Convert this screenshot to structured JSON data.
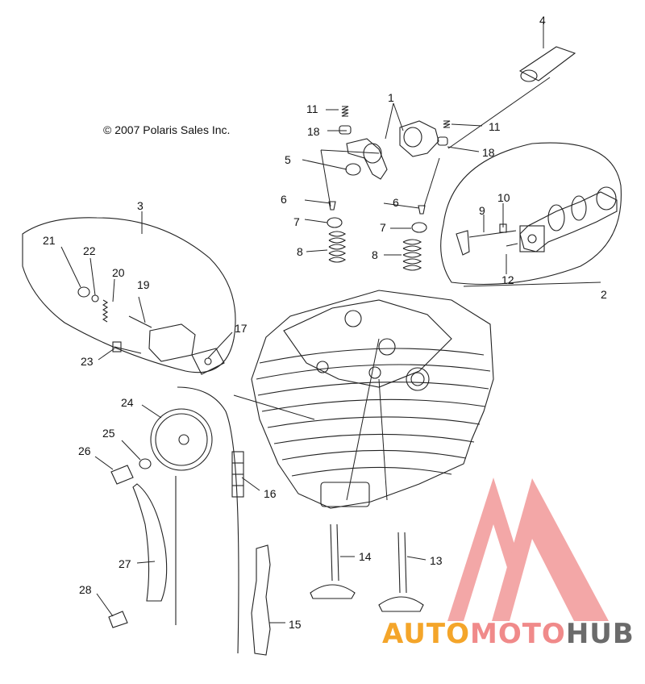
{
  "copyright": "© 2007 Polaris Sales Inc.",
  "callouts": [
    "1",
    "2",
    "3",
    "4",
    "5",
    "6",
    "6",
    "7",
    "7",
    "8",
    "8",
    "9",
    "10",
    "11",
    "11",
    "12",
    "13",
    "14",
    "15",
    "16",
    "17",
    "18",
    "18",
    "19",
    "20",
    "21",
    "22",
    "23",
    "24",
    "25",
    "26",
    "27",
    "28"
  ],
  "watermark": {
    "part1": "AUTO",
    "part2": "MOTO",
    "part3": "HUB",
    "colors": {
      "orange": "#f4a52a",
      "pink": "#f08a8a",
      "gray": "#6b6b6b"
    }
  }
}
